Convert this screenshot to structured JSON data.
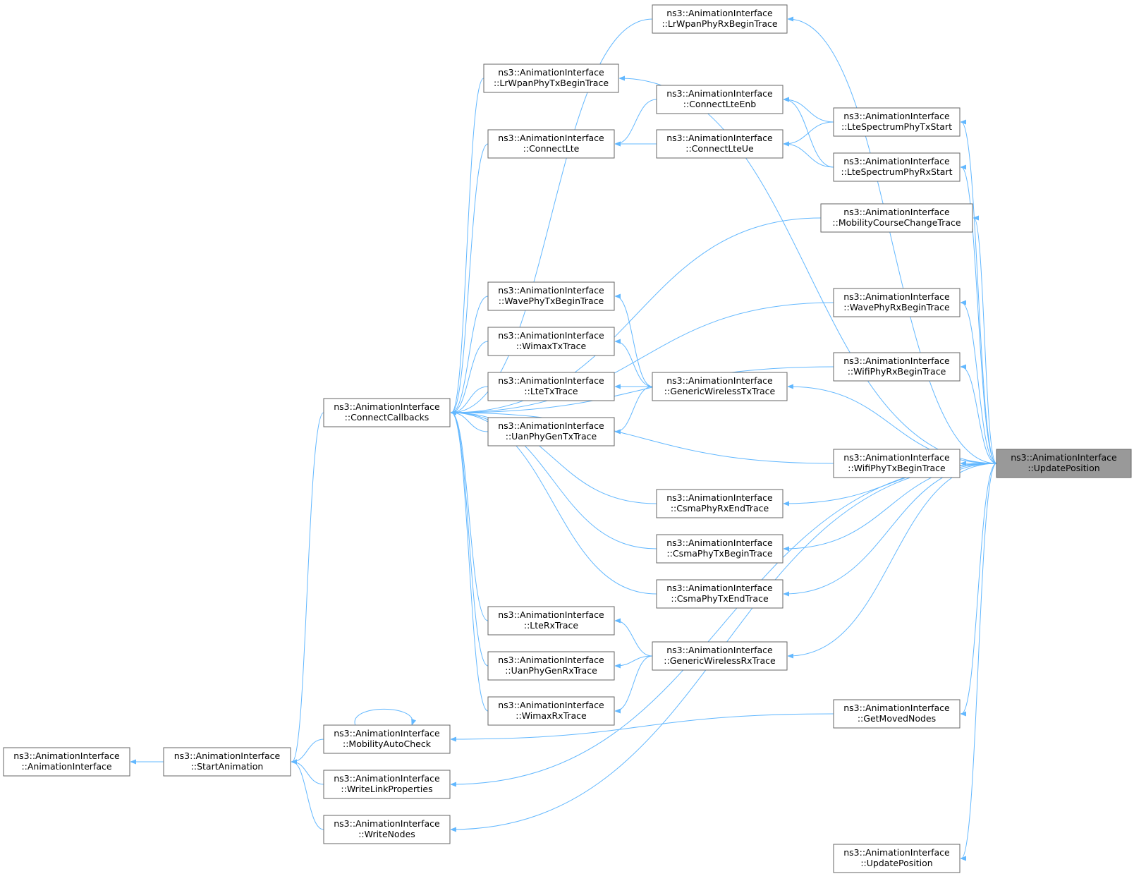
{
  "graph": {
    "nodes": [
      {
        "id": "ctor",
        "line1": "ns3::AnimationInterface",
        "line2": "::AnimationInterface"
      },
      {
        "id": "start",
        "line1": "ns3::AnimationInterface",
        "line2": "::StartAnimation"
      },
      {
        "id": "cb",
        "line1": "ns3::AnimationInterface",
        "line2": "::ConnectCallbacks"
      },
      {
        "id": "mob",
        "line1": "ns3::AnimationInterface",
        "line2": "::MobilityAutoCheck"
      },
      {
        "id": "wlp",
        "line1": "ns3::AnimationInterface",
        "line2": "::WriteLinkProperties"
      },
      {
        "id": "wn",
        "line1": "ns3::AnimationInterface",
        "line2": "::WriteNodes"
      },
      {
        "id": "lwtx",
        "line1": "ns3::AnimationInterface",
        "line2": "::LrWpanPhyTxBeginTrace"
      },
      {
        "id": "clte",
        "line1": "ns3::AnimationInterface",
        "line2": "::ConnectLte"
      },
      {
        "id": "wavetx",
        "line1": "ns3::AnimationInterface",
        "line2": "::WavePhyTxBeginTrace"
      },
      {
        "id": "wmtx",
        "line1": "ns3::AnimationInterface",
        "line2": "::WimaxTxTrace"
      },
      {
        "id": "ltetx",
        "line1": "ns3::AnimationInterface",
        "line2": "::LteTxTrace"
      },
      {
        "id": "uantx",
        "line1": "ns3::AnimationInterface",
        "line2": "::UanPhyGenTxTrace"
      },
      {
        "id": "lterx",
        "line1": "ns3::AnimationInterface",
        "line2": "::LteRxTrace"
      },
      {
        "id": "uanrx",
        "line1": "ns3::AnimationInterface",
        "line2": "::UanPhyGenRxTrace"
      },
      {
        "id": "wmrx",
        "line1": "ns3::AnimationInterface",
        "line2": "::WimaxRxTrace"
      },
      {
        "id": "lwrx",
        "line1": "ns3::AnimationInterface",
        "line2": "::LrWpanPhyRxBeginTrace"
      },
      {
        "id": "cenb",
        "line1": "ns3::AnimationInterface",
        "line2": "::ConnectLteEnb"
      },
      {
        "id": "cue",
        "line1": "ns3::AnimationInterface",
        "line2": "::ConnectLteUe"
      },
      {
        "id": "gwtx",
        "line1": "ns3::AnimationInterface",
        "line2": "::GenericWirelessTxTrace"
      },
      {
        "id": "csrx",
        "line1": "ns3::AnimationInterface",
        "line2": "::CsmaPhyRxEndTrace"
      },
      {
        "id": "cstxb",
        "line1": "ns3::AnimationInterface",
        "line2": "::CsmaPhyTxBeginTrace"
      },
      {
        "id": "cstxe",
        "line1": "ns3::AnimationInterface",
        "line2": "::CsmaPhyTxEndTrace"
      },
      {
        "id": "gwrx",
        "line1": "ns3::AnimationInterface",
        "line2": "::GenericWirelessRxTrace"
      },
      {
        "id": "spectx",
        "line1": "ns3::AnimationInterface",
        "line2": "::LteSpectrumPhyTxStart"
      },
      {
        "id": "specrx",
        "line1": "ns3::AnimationInterface",
        "line2": "::LteSpectrumPhyRxStart"
      },
      {
        "id": "mcc",
        "line1": "ns3::AnimationInterface",
        "line2": "::MobilityCourseChangeTrace"
      },
      {
        "id": "waverx",
        "line1": "ns3::AnimationInterface",
        "line2": "::WavePhyRxBeginTrace"
      },
      {
        "id": "wifirx",
        "line1": "ns3::AnimationInterface",
        "line2": "::WifiPhyRxBeginTrace"
      },
      {
        "id": "wifitx",
        "line1": "ns3::AnimationInterface",
        "line2": "::WifiPhyTxBeginTrace"
      },
      {
        "id": "gmn",
        "line1": "ns3::AnimationInterface",
        "line2": "::GetMovedNodes"
      },
      {
        "id": "up2",
        "line1": "ns3::AnimationInterface",
        "line2": "::UpdatePosition"
      },
      {
        "id": "up",
        "line1": "ns3::AnimationInterface",
        "line2": "::UpdatePosition",
        "focus": true
      }
    ],
    "edges": [
      {
        "from": "start",
        "to": "ctor"
      },
      {
        "from": "cb",
        "to": "start"
      },
      {
        "from": "mob",
        "to": "start"
      },
      {
        "from": "wlp",
        "to": "start"
      },
      {
        "from": "wn",
        "to": "start"
      },
      {
        "from": "mob",
        "to": "mob"
      },
      {
        "from": "lwrx",
        "to": "cb"
      },
      {
        "from": "lwtx",
        "to": "cb"
      },
      {
        "from": "clte",
        "to": "cb"
      },
      {
        "from": "mcc",
        "to": "cb"
      },
      {
        "from": "waverx",
        "to": "cb"
      },
      {
        "from": "wifirx",
        "to": "cb"
      },
      {
        "from": "wavetx",
        "to": "cb"
      },
      {
        "from": "wmtx",
        "to": "cb"
      },
      {
        "from": "ltetx",
        "to": "cb"
      },
      {
        "from": "uantx",
        "to": "cb"
      },
      {
        "from": "wifitx",
        "to": "cb"
      },
      {
        "from": "csrx",
        "to": "cb"
      },
      {
        "from": "cstxb",
        "to": "cb"
      },
      {
        "from": "cstxe",
        "to": "cb"
      },
      {
        "from": "lterx",
        "to": "cb"
      },
      {
        "from": "uanrx",
        "to": "cb"
      },
      {
        "from": "wmrx",
        "to": "cb"
      },
      {
        "from": "cenb",
        "to": "clte"
      },
      {
        "from": "cue",
        "to": "clte"
      },
      {
        "from": "gwtx",
        "to": "wavetx"
      },
      {
        "from": "gwtx",
        "to": "wmtx"
      },
      {
        "from": "gwtx",
        "to": "ltetx"
      },
      {
        "from": "gwtx",
        "to": "uantx"
      },
      {
        "from": "gwrx",
        "to": "lterx"
      },
      {
        "from": "gwrx",
        "to": "uanrx"
      },
      {
        "from": "gwrx",
        "to": "wmrx"
      },
      {
        "from": "spectx",
        "to": "cenb"
      },
      {
        "from": "specrx",
        "to": "cenb"
      },
      {
        "from": "spectx",
        "to": "cue"
      },
      {
        "from": "specrx",
        "to": "cue"
      },
      {
        "from": "gmn",
        "to": "mob"
      },
      {
        "from": "up",
        "to": "lwrx"
      },
      {
        "from": "up",
        "to": "lwtx"
      },
      {
        "from": "up",
        "to": "spectx"
      },
      {
        "from": "up",
        "to": "specrx"
      },
      {
        "from": "up",
        "to": "mcc"
      },
      {
        "from": "up",
        "to": "waverx"
      },
      {
        "from": "up",
        "to": "wifirx"
      },
      {
        "from": "up",
        "to": "gwtx"
      },
      {
        "from": "up",
        "to": "wifitx"
      },
      {
        "from": "up",
        "to": "csrx"
      },
      {
        "from": "up",
        "to": "cstxb"
      },
      {
        "from": "up",
        "to": "cstxe"
      },
      {
        "from": "up",
        "to": "gwrx"
      },
      {
        "from": "up",
        "to": "gmn"
      },
      {
        "from": "up",
        "to": "wlp"
      },
      {
        "from": "up",
        "to": "wn"
      },
      {
        "from": "up",
        "to": "up2"
      }
    ],
    "colors": {
      "edge": "#63b8ff",
      "node_border": "#666666",
      "node_fill": "#ffffff",
      "focus_fill": "#999999"
    }
  }
}
